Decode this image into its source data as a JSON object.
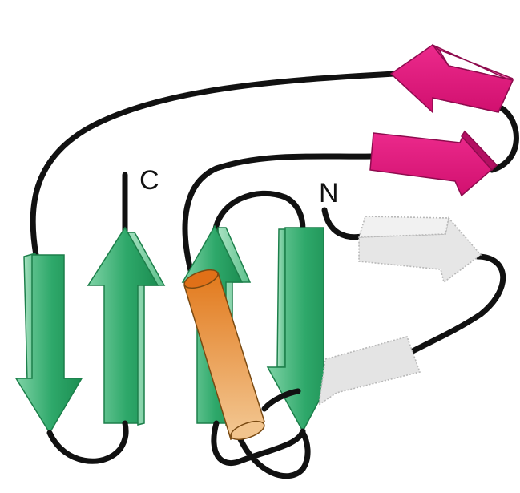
{
  "diagram": {
    "terminus_c": "C",
    "terminus_n": "N",
    "colors": {
      "loop": "#111111",
      "strand_green": "#1f9a5a",
      "strand_green_light": "#7fd3a6",
      "strand_magenta": "#e0147a",
      "strand_magenta_dark": "#b30f62",
      "strand_grey": "#e1e1e1",
      "helix_orange_top": "#e2791c",
      "helix_orange_bottom": "#f2c48d"
    },
    "elements": [
      "loop",
      "beta-strand-green",
      "beta-strand-magenta",
      "beta-strand-grey-dotted",
      "alpha-helix-orange"
    ]
  }
}
